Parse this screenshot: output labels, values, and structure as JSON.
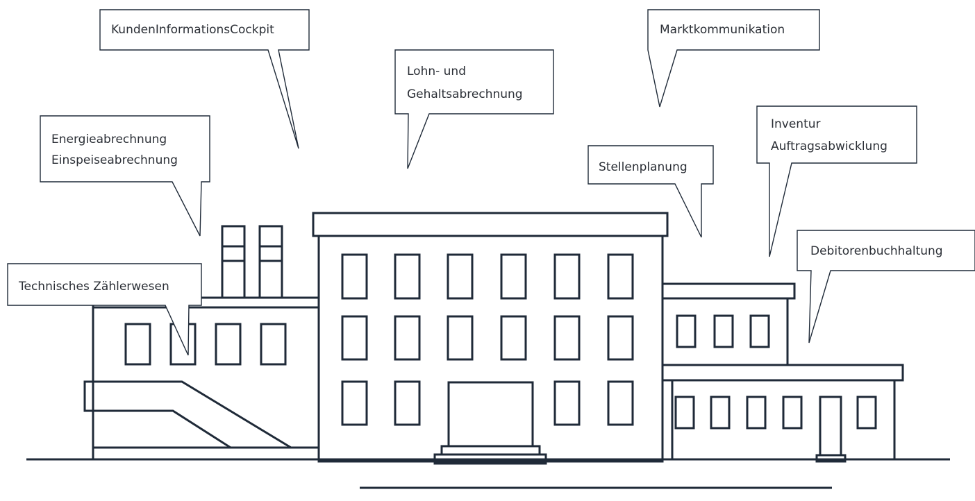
{
  "colors": {
    "stroke": "#1f2a38",
    "text": "#2b2f36",
    "background": "#ffffff"
  },
  "callouts": {
    "kundeninfo": {
      "lines": [
        "KundenInformationsCockpit"
      ]
    },
    "markt": {
      "lines": [
        "Marktkommunikation"
      ]
    },
    "lohn": {
      "lines": [
        "Lohn- und",
        "Gehaltsabrechnung"
      ]
    },
    "energie": {
      "lines": [
        "Energieabrechnung",
        "Einspeiseabrechnung"
      ]
    },
    "inventur": {
      "lines": [
        "Inventur",
        "Auftragsabwicklung"
      ]
    },
    "stellen": {
      "lines": [
        "Stellenplanung"
      ]
    },
    "debitoren": {
      "lines": [
        "Debitorenbuchhaltung"
      ]
    },
    "zaehler": {
      "lines": [
        "Technisches Zählerwesen"
      ]
    }
  }
}
